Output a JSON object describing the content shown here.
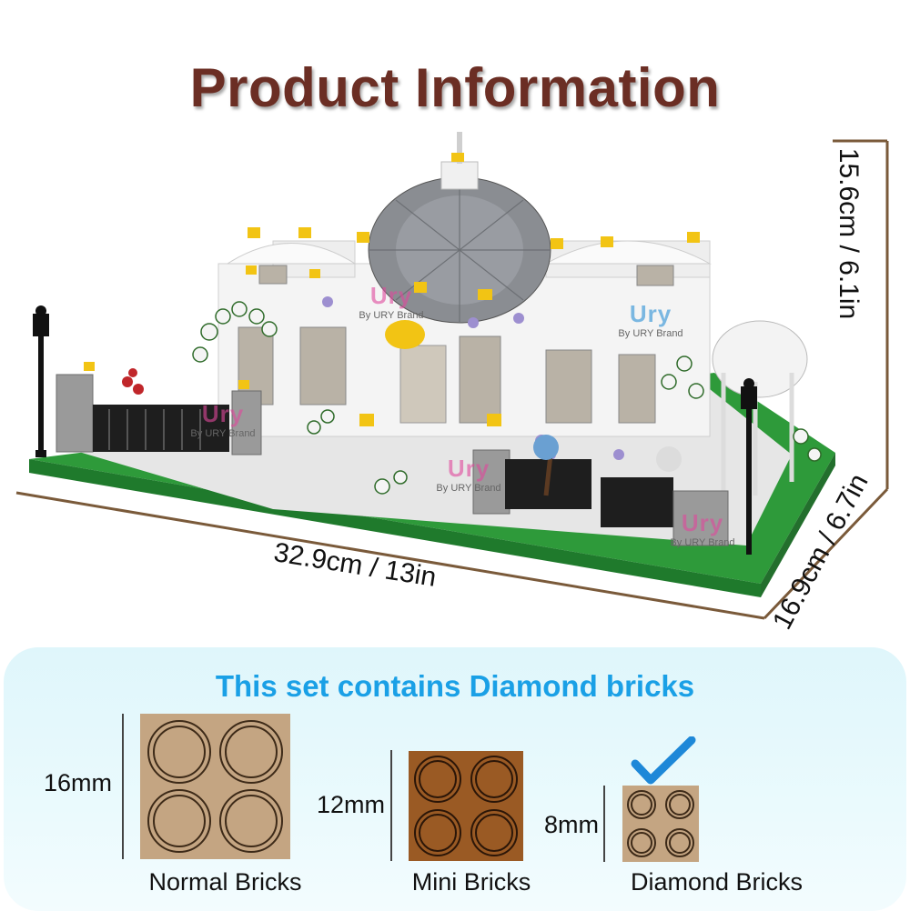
{
  "title": "Product Information",
  "dimensions": {
    "height": "15.6cm / 6.1in",
    "width": "32.9cm / 13in",
    "depth": "16.9cm / 6.7in"
  },
  "subtitle": "This set contains Diamond bricks",
  "bricks": [
    {
      "size": "16mm",
      "label": "Normal Bricks"
    },
    {
      "size": "12mm",
      "label": "Mini Bricks"
    },
    {
      "size": "8mm",
      "label": "Diamond Bricks"
    }
  ],
  "watermark": {
    "logo": "Ury",
    "text": "By URY Brand"
  },
  "colors": {
    "title": "#6b2e24",
    "subtitle": "#1aa0e6",
    "check": "#1e88d8",
    "baseplate": "#2e9a3a"
  }
}
